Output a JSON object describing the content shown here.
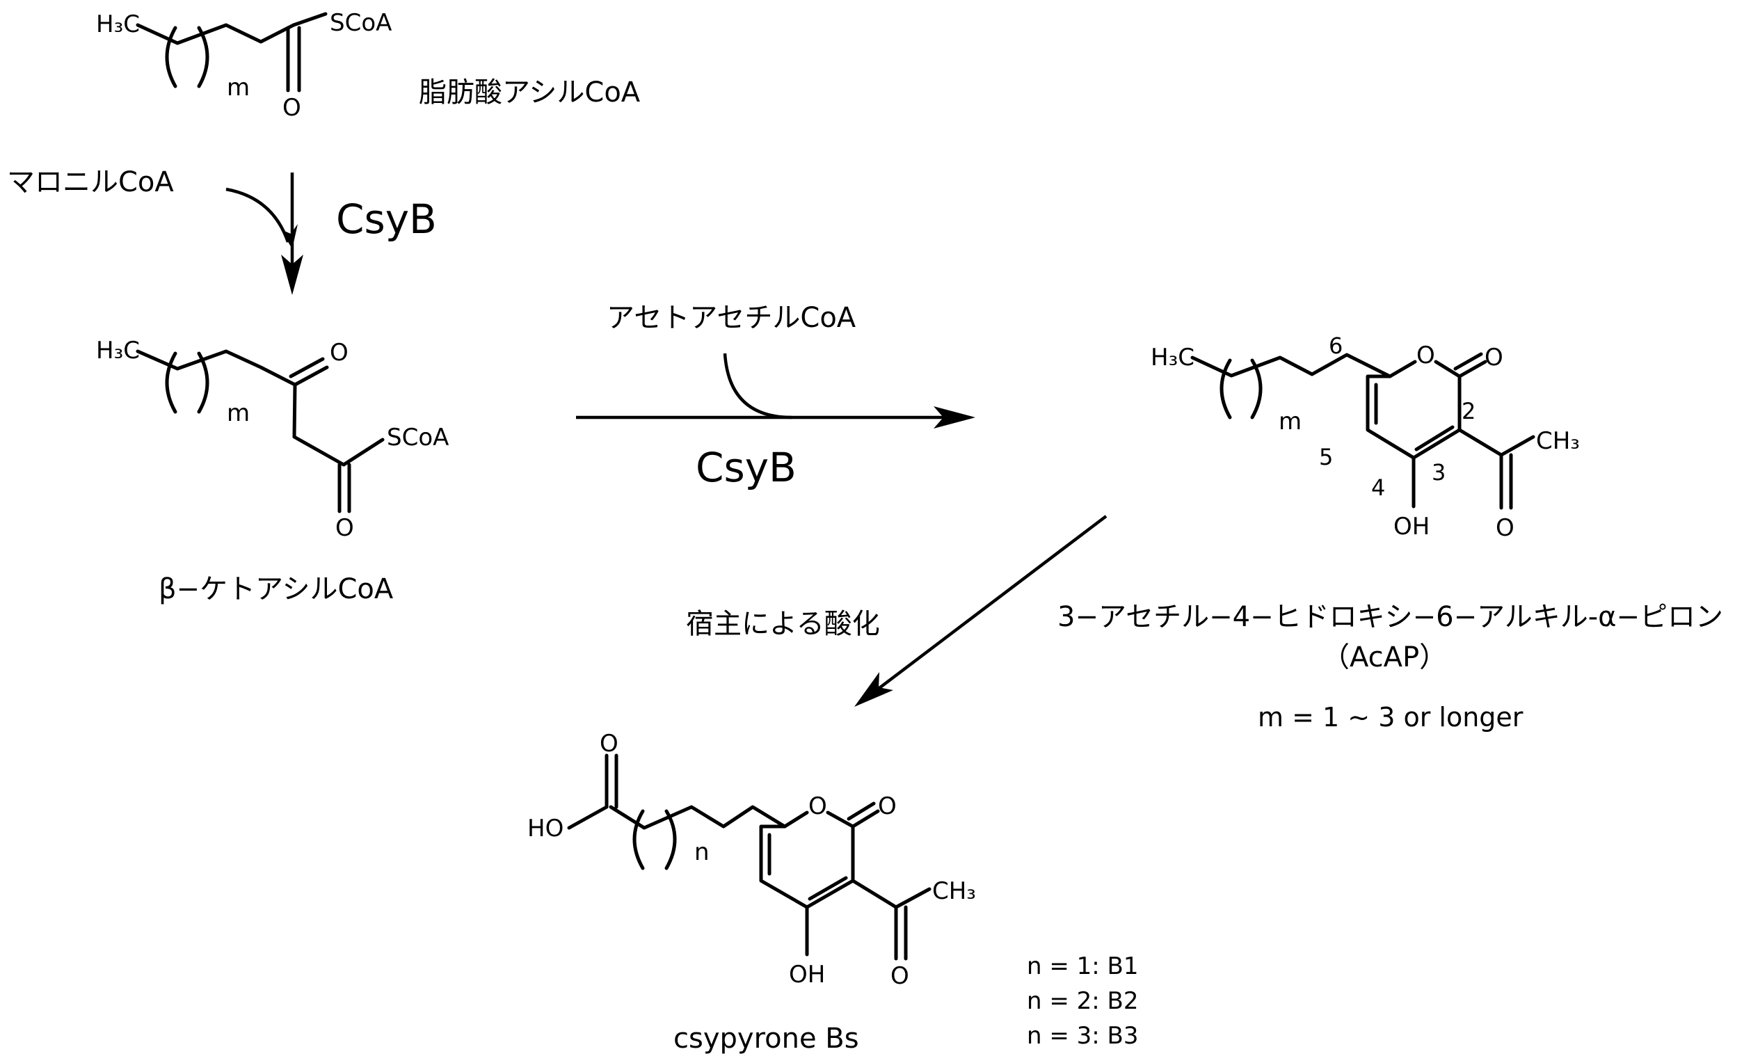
{
  "fatty_acyl_coa": {
    "h3c": "H₃C",
    "m": "m",
    "o": "O",
    "scoa": "SCoA",
    "label": "脂肪酸アシルCoA"
  },
  "step1": {
    "reagent": "マロニルCoA",
    "enzyme": "CsyB"
  },
  "keto_acyl_coa": {
    "h3c": "H₃C",
    "m": "m",
    "o_top": "O",
    "o_bottom": "O",
    "scoa": "SCoA",
    "label": "β−ケトアシルCoA"
  },
  "step2": {
    "reagent": "アセトアセチルCoA",
    "enzyme": "CsyB"
  },
  "acap": {
    "h3c": "H₃C",
    "m": "m",
    "ring_o": "O",
    "carbonyl_o": "O",
    "acetyl_o": "O",
    "ch3": "CH₃",
    "oh": "OH",
    "pos2": "2",
    "pos3": "3",
    "pos4": "4",
    "pos5": "5",
    "pos6": "6",
    "name": "3−アセチル−4−ヒドロキシ−6−アルキル-α−ピロン",
    "abbr": "（AcAP）",
    "m_note": "m = 1 ~ 3 or longer"
  },
  "step3": {
    "label": "宿主による酸化"
  },
  "csypyrone": {
    "ho": "HO",
    "acid_o": "O",
    "n": "n",
    "ring_o": "O",
    "carbonyl_o": "O",
    "acetyl_o": "O",
    "ch3": "CH₃",
    "oh": "OH",
    "name": "csypyrone Bs",
    "n1": "n = 1: B1",
    "n2": "n = 2: B2",
    "n3": "n = 3: B3"
  }
}
